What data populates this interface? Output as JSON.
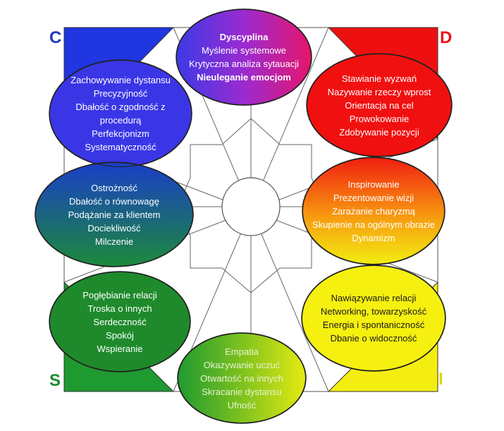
{
  "corners": {
    "c": {
      "label": "C",
      "color": "#1f36c8"
    },
    "d": {
      "label": "D",
      "color": "#e8141b"
    },
    "s": {
      "label": "S",
      "color": "#1f8a2c"
    },
    "i": {
      "label": "I",
      "color": "#e3d800"
    }
  },
  "ellipses": {
    "top": {
      "lines": [
        "Dyscyplina",
        "Myślenie systemowe",
        "Krytyczna analiza sytauacji",
        "Nieuleganie emocjom"
      ],
      "text_color": "#ffffff"
    },
    "c_upper": {
      "lines": [
        "Zachowywanie dystansu",
        "Precyzyjność",
        "Dbałość o zgodność z",
        "procedurą",
        "Perfekcjonizm",
        "Systematyczność"
      ],
      "text_color": "#ffffff"
    },
    "d_upper": {
      "lines": [
        "Stawianie wyzwań",
        "Nazywanie rzeczy wprost",
        "Orientacja na cel",
        "Prowokowanie",
        "Zdobywanie  pozycji"
      ],
      "text_color": "#ffffff"
    },
    "c_lower": {
      "lines": [
        "Ostrożność",
        "Dbałość o równowagę",
        "Podążanie za klientem",
        "Dociekliwość",
        "Milczenie"
      ],
      "text_color": "#ffffff"
    },
    "d_lower": {
      "lines": [
        "Inspirowanie",
        "Prezentowanie wizji",
        "Zarażanie charyzmą",
        "Skupienie na ogólnym obrazie",
        "Dynamizm"
      ],
      "text_color": "#ffffff"
    },
    "s_upper": {
      "lines": [
        "Pogłębianie relacji",
        "Troska o innych",
        "Serdeczność",
        "Spokój",
        "Wspieranie"
      ],
      "text_color": "#ffffff"
    },
    "i_upper": {
      "lines": [
        "Nawiązywanie relacji",
        "Networking, towarzyskość",
        "Energia i spontaniczność",
        "Dbanie o widoczność"
      ],
      "text_color": "#1a1a1a"
    },
    "bottom": {
      "lines": [
        "Empatia",
        "Okazywanie uczuć",
        "Otwartość na innych",
        "Skracanie dystansu",
        "Ufność"
      ],
      "text_color": "#e8f2d0"
    }
  }
}
